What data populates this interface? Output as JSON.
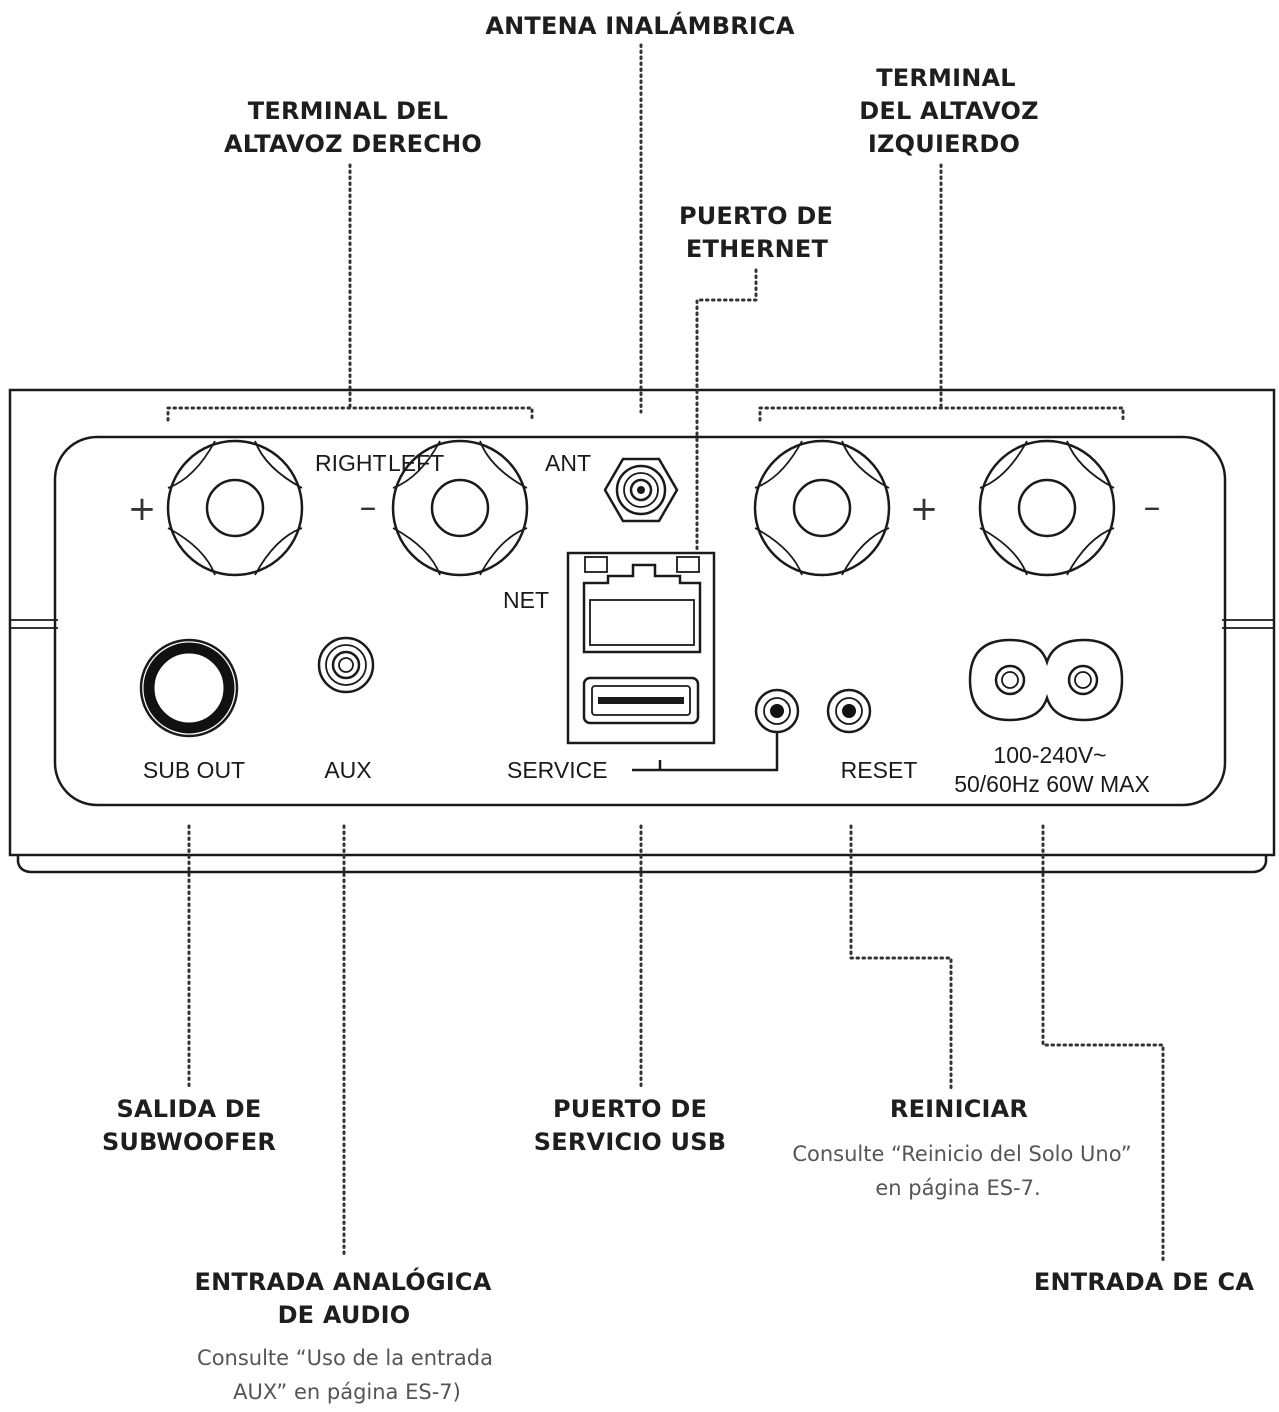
{
  "callouts": {
    "wireless_antenna": "ANTENA INALÁMBRICA",
    "right_speaker": [
      "TERMINAL DEL",
      "ALTAVOZ DERECHO"
    ],
    "left_speaker": [
      "TERMINAL",
      "DEL ALTAVOZ",
      "IZQUIERDO"
    ],
    "ethernet": [
      "PUERTO DE",
      "ETHERNET"
    ],
    "subwoofer": [
      "SALIDA DE",
      "SUBWOOFER"
    ],
    "usb_service": [
      "PUERTO DE",
      "SERVICIO USB"
    ],
    "reset": "REINICIAR",
    "reset_note": [
      "Consulte “Reinicio del Solo Uno”",
      "en página ES-7."
    ],
    "analog_input": [
      "ENTRADA ANALÓGICA",
      "DE AUDIO"
    ],
    "analog_note": [
      "Consulte “Uso de la entrada",
      "AUX” en página ES-7)"
    ],
    "ac_input": "ENTRADA DE CA"
  },
  "panel": {
    "right": "RIGHT",
    "left": "LEFT",
    "ant": "ANT",
    "net": "NET",
    "sub_out": "SUB OUT",
    "aux": "AUX",
    "service": "SERVICE",
    "reset": "RESET",
    "power_line1": "100-240V~",
    "power_line2": "50/60Hz 60W MAX",
    "plus": "+",
    "minus": "–"
  }
}
